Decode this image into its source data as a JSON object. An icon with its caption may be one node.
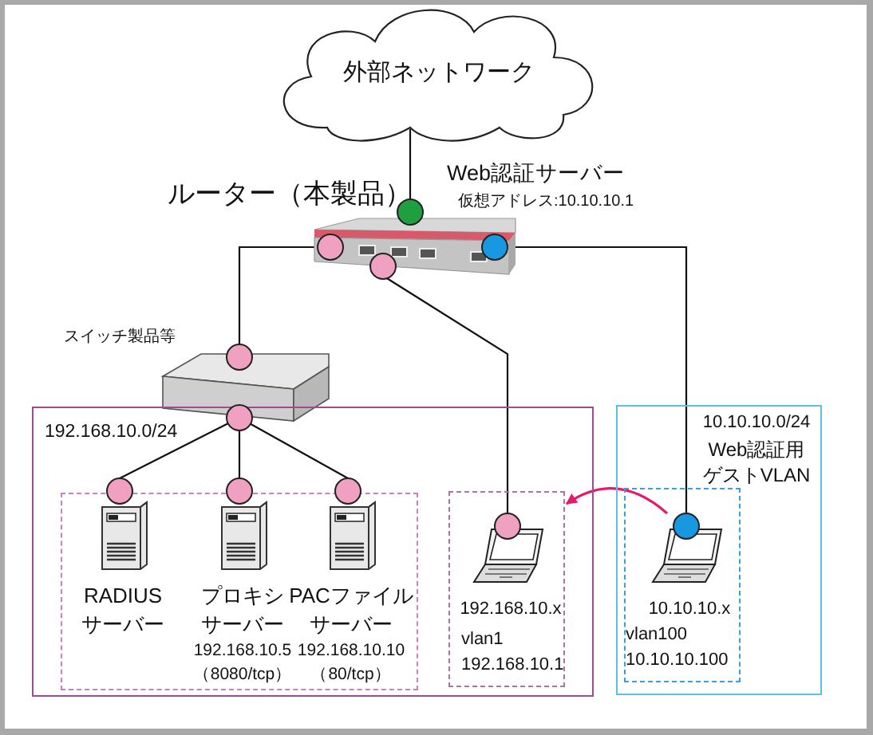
{
  "diagram": {
    "nodes": [
      {
        "text": [
          "外部ネットワーク"
        ]
      },
      {
        "text": [
          "ルーター（本製品）"
        ],
        "beside": [
          "Web認証サーバー",
          "仮想アドレス:10.10.10.1"
        ]
      },
      {
        "text": [
          "スイッチ製品等"
        ]
      },
      {
        "text": [
          "192.168.10.0/24"
        ]
      },
      {
        "text": [],
        "shape": "box",
        "in": 3
      },
      {
        "text": [
          "RADIUS サーバー"
        ],
        "in": 4
      },
      {
        "text": [
          "プロキシサーバー",
          "192.168.10.5",
          "（8080/tcp）"
        ],
        "in": 4
      },
      {
        "text": [
          "PACファイルサーバー",
          "192.168.10.10",
          "（80/tcp）"
        ],
        "in": 4
      },
      {
        "text": [
          "vlan1 192.168.10.1"
        ],
        "in": 3
      },
      {
        "text": [
          "192.168.10.x"
        ],
        "in": 8
      },
      {
        "text": [
          "10.10.10.0/24",
          "Web認証用",
          "ゲストVLAN"
        ]
      },
      {
        "text": [
          "vlan100 10.10.10.100"
        ],
        "in": 10
      },
      {
        "text": [
          "10.10.10.x"
        ],
        "in": 11
      }
    ],
    "edges": [
      {
        "from": 0,
        "to": 1,
        "arrow": "none"
      },
      {
        "from": 1,
        "to": 2,
        "arrow": "none"
      },
      {
        "from": 2,
        "to": 5,
        "arrow": "none"
      },
      {
        "from": 2,
        "to": 6,
        "arrow": "none"
      },
      {
        "from": 2,
        "to": 7,
        "arrow": "none"
      },
      {
        "from": 1,
        "to": 9,
        "arrow": "none"
      },
      {
        "from": 1,
        "to": 12,
        "arrow": "none"
      },
      {
        "from": 12,
        "to": 8,
        "arrow": "to",
        "color": "#e8186a"
      }
    ]
  }
}
